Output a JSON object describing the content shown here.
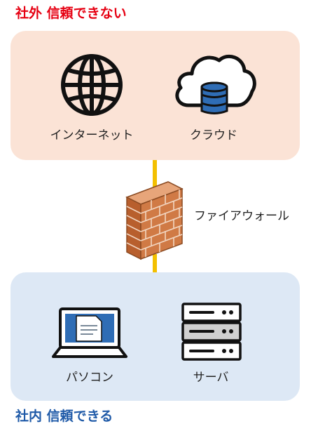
{
  "title_outside": "社外 信頼できない",
  "title_inside": "社内 信頼できる",
  "outside": {
    "internet_label": "インターネット",
    "cloud_label": "クラウド"
  },
  "firewall_label": "ファイアウォール",
  "inside": {
    "pc_label": "パソコン",
    "server_label": "サーバ"
  },
  "colors": {
    "outside_title": "#e60012",
    "inside_title": "#1f5aa8",
    "outside_zone": "#fbe3d6",
    "inside_zone": "#dde8f5",
    "pipe": "#f3c000",
    "brick": "#c8713d"
  },
  "icons": [
    "globe-icon",
    "cloud-database-icon",
    "firewall-brick-wall-icon",
    "laptop-icon",
    "server-rack-icon"
  ]
}
